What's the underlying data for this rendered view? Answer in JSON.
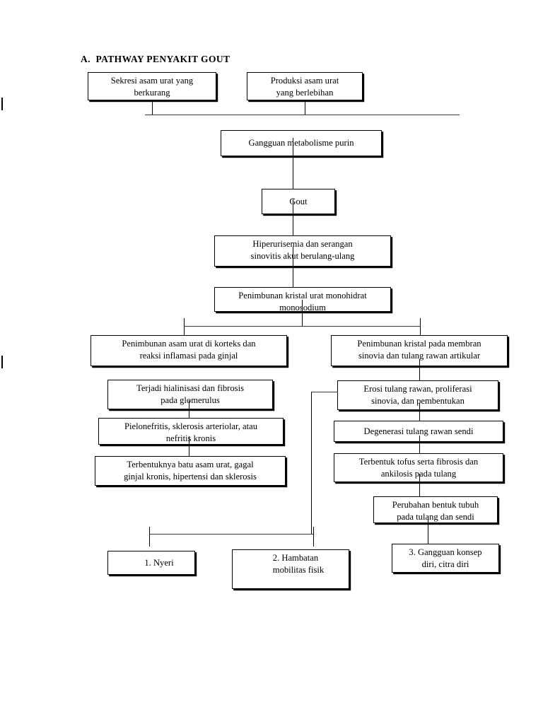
{
  "document": {
    "title": "A.  PATHWAY PENYAKIT GOUT"
  },
  "diagram": {
    "type": "flowchart",
    "nodes": {
      "sekresi": "Sekresi asam urat yang\nberkurang",
      "produksi": "Produksi asam urat\nyang berlebihan",
      "gangguan_metabolisme": "Gangguan metabolisme purin",
      "gout": "Gout",
      "hiperurisemia": "Hiperurisemia dan serangan\nsinovitis akut berulang-ulang",
      "penimbunan_kristal_urat": "Penimbunan kristal urat monohidrat\nmonosodium",
      "penimbunan_korteks": "Penimbunan asam urat di korteks dan\nreaksi inflamasi pada ginjal",
      "penimbunan_membran": "Penimbunan kristal pada membran\nsinovia dan tulang rawan artikular",
      "hialinisasi": "Terjadi hialinisasi dan fibrosis\npada glomerulus",
      "pielonefritis": "Pielonefritis, sklerosis arteriolar, atau\nnefritis kronis",
      "batu_asam_urat": "Terbentuknya batu asam urat, gagal\nginjal kronis, hipertensi dan sklerosis",
      "erosi": "Erosi tulang rawan, proliferasi\nsinovia, dan pembentukan",
      "degenerasi": "Degenerasi tulang rawan sendi",
      "tofus": "Terbentuk tofus serta fibrosis dan\nankilosis pada tulang",
      "perubahan_bentuk": "Perubahan bentuk tubuh\npada tulang dan sendi",
      "nyeri": "1.    Nyeri",
      "hambatan": "2. Hambatan\n    mobilitas fisik",
      "gangguan_konsep": "3. Gangguan konsep\ndiri, citra diri"
    },
    "colors": {
      "ink": "#000000",
      "paper": "#ffffff",
      "connector": "#3a3a3a"
    }
  }
}
